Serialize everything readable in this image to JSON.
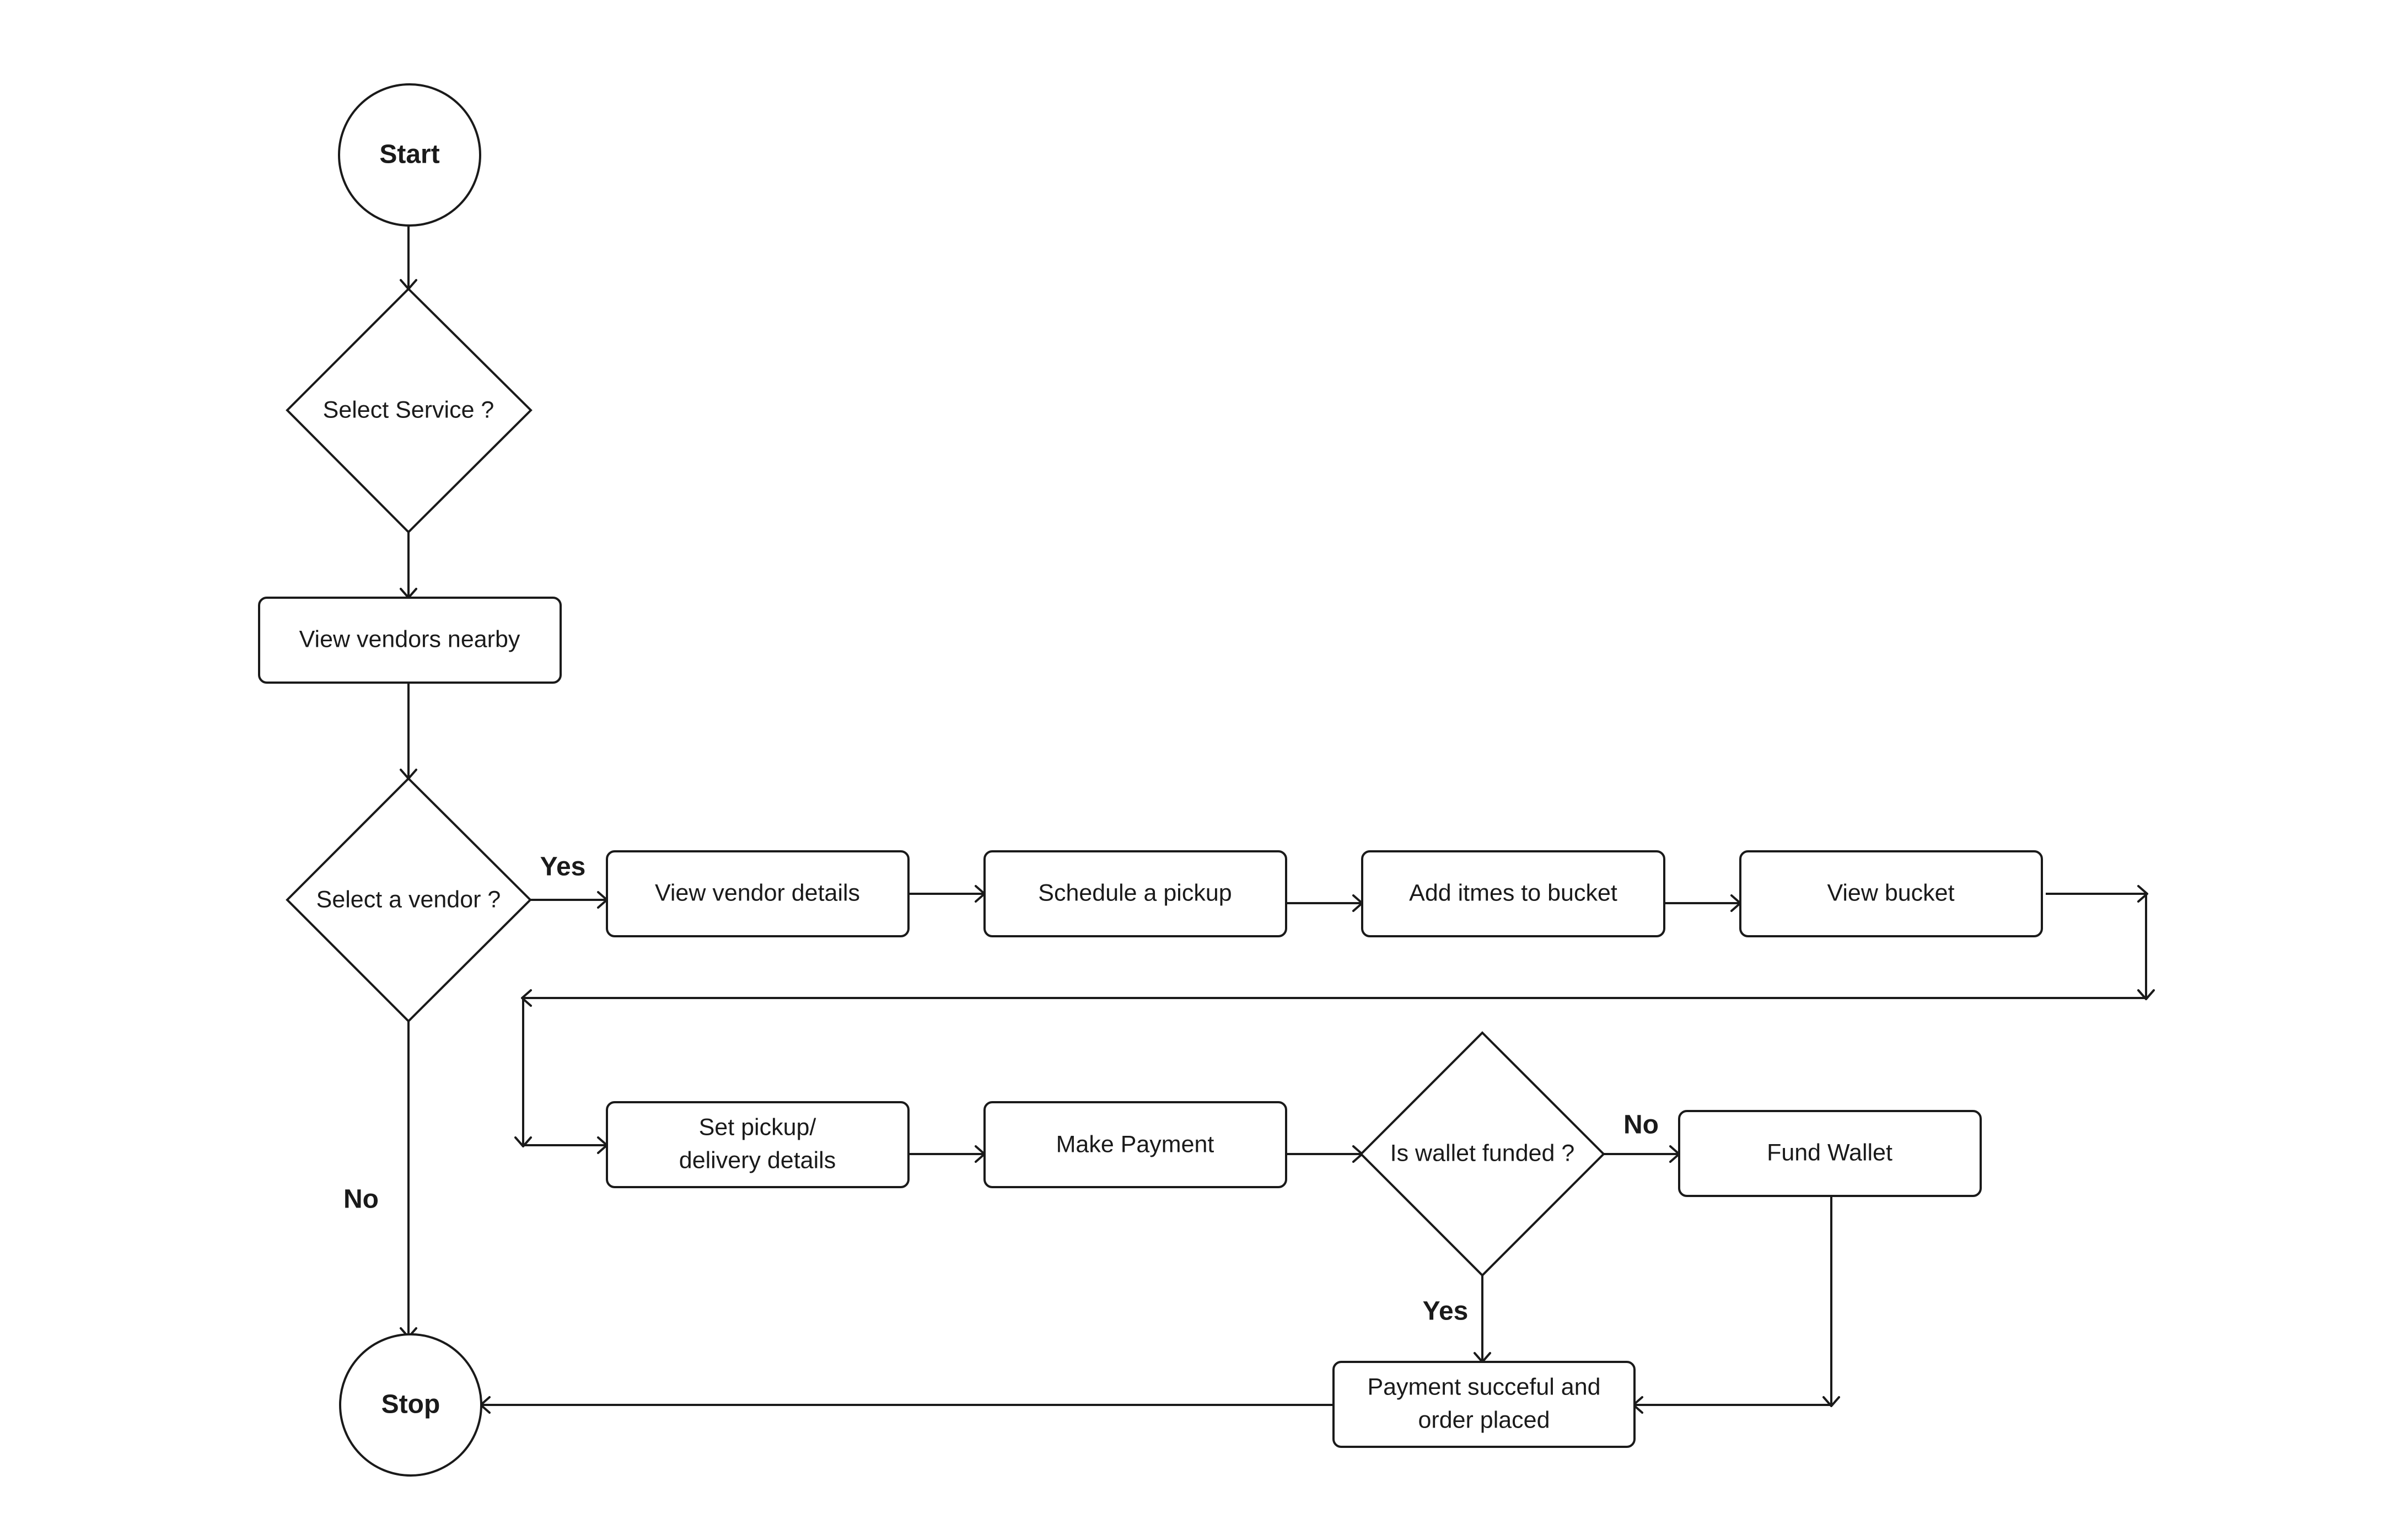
{
  "diagram": {
    "nodes": {
      "start": {
        "label": "Start"
      },
      "select_service": {
        "label": "Select Service ?"
      },
      "view_vendors": {
        "label": "View vendors nearby"
      },
      "select_vendor": {
        "label": "Select a vendor ?"
      },
      "view_vendor_details": {
        "label": "View vendor details"
      },
      "schedule_pickup": {
        "label": "Schedule a pickup"
      },
      "add_items": {
        "label": "Add itmes to bucket"
      },
      "view_bucket": {
        "label": "View bucket"
      },
      "set_pickup": {
        "line1": "Set pickup/",
        "line2": "delivery details"
      },
      "make_payment": {
        "label": "Make Payment"
      },
      "wallet_funded": {
        "label": "Is wallet funded ?"
      },
      "fund_wallet": {
        "label": "Fund Wallet"
      },
      "payment_success": {
        "line1": "Payment succeful and",
        "line2": "order placed"
      },
      "stop": {
        "label": "Stop"
      }
    },
    "edge_labels": {
      "vendor_yes": "Yes",
      "vendor_no": "No",
      "wallet_no": "No",
      "wallet_yes": "Yes"
    }
  }
}
